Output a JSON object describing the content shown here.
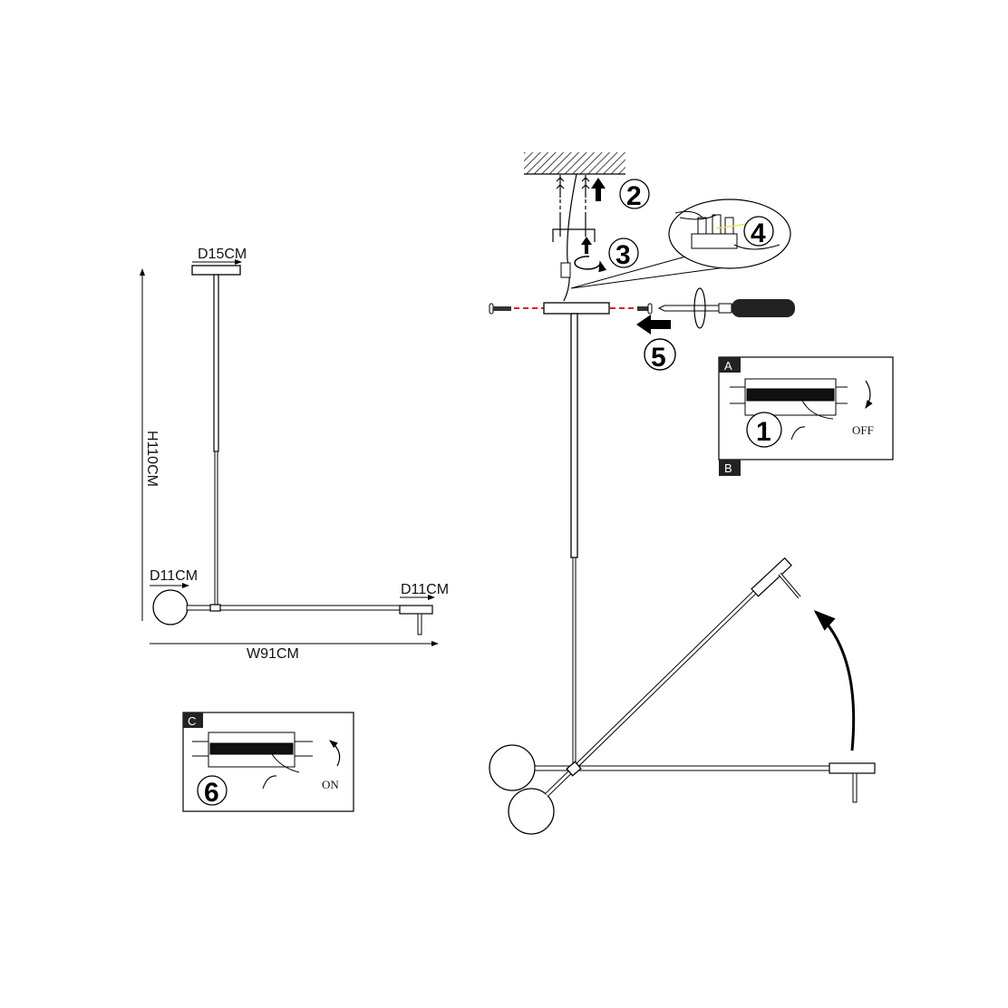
{
  "dimensions": {
    "canopy_diameter": "D15CM",
    "height": "H110CM",
    "globe_diameter": "D11CM",
    "end_cap_diameter": "D11CM",
    "width": "W91CM"
  },
  "steps": {
    "step1": "1",
    "step2": "2",
    "step3": "3",
    "step4": "4",
    "step5": "5",
    "step6": "6"
  },
  "panels": {
    "a_tag": "A",
    "b_tag": "B",
    "c_tag": "C",
    "off_label": "OFF",
    "on_label": "ON"
  },
  "colors": {
    "line": "#000000",
    "dashed_guide": "#e02020",
    "wire_highlight": "#e8e040"
  }
}
